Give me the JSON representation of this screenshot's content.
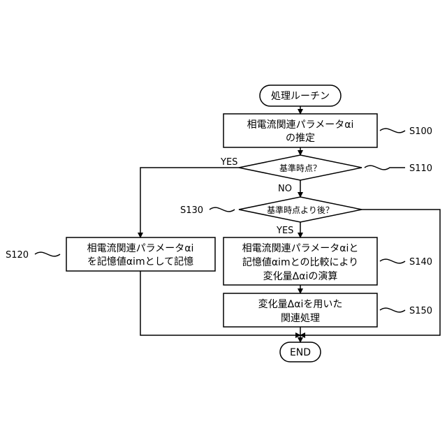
{
  "start": "処理ルーチン",
  "s100": {
    "line1": "相電流関連パラメータαi",
    "line2": "の推定",
    "label": "S100"
  },
  "s110": {
    "text": "基準時点？",
    "label": "S110",
    "yes": "YES",
    "no": "NO"
  },
  "s120": {
    "line1": "相電流関連パラメータαi",
    "line2": "を記憶値αimとして記憶",
    "label": "S120"
  },
  "s130": {
    "text": "基準時点より後？",
    "label": "S130",
    "yes": "YES"
  },
  "s140": {
    "line1": "相電流関連パラメータαiと",
    "line2": "記憶値αimとの比較により",
    "line3": "変化量Δαiの演算",
    "label": "S140"
  },
  "s150": {
    "line1": "変化量Δαiを用いた",
    "line2": "関連処理",
    "label": "S150"
  },
  "end": "END"
}
